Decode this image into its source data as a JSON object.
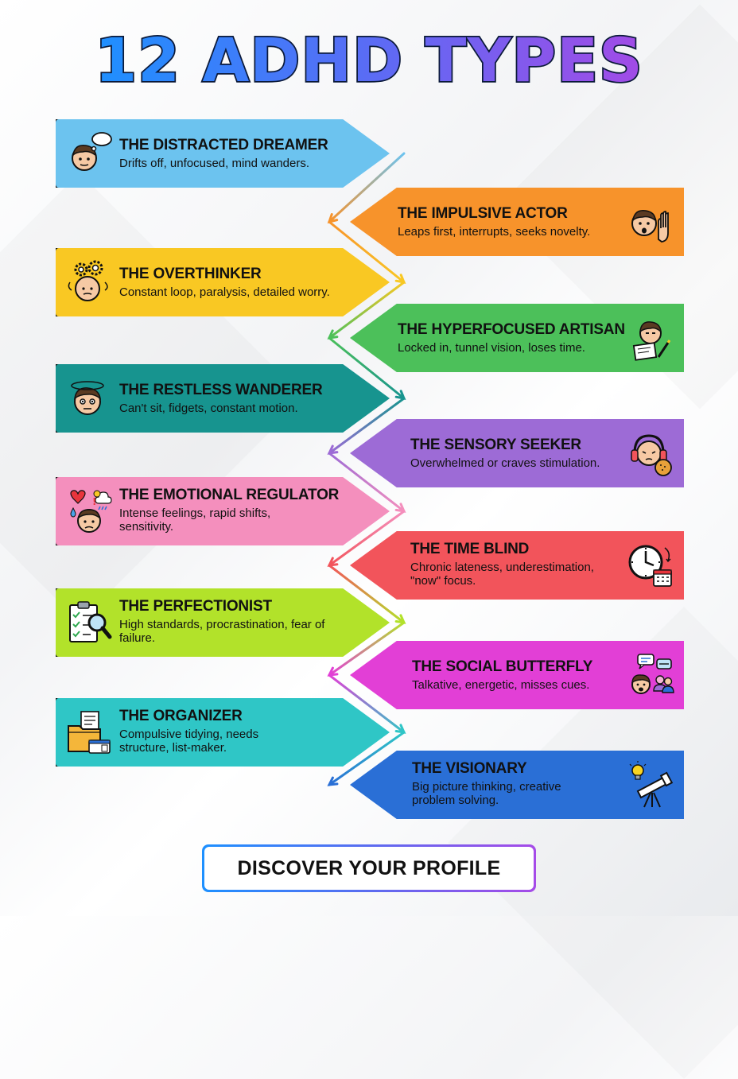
{
  "title": "12 ADHD TYPES",
  "colors": {
    "title_gradient": [
      "#1e90ff",
      "#5a6cf5",
      "#a24be6"
    ],
    "outline": "#111111"
  },
  "types": [
    {
      "title": "THE DISTRACTED DREAMER",
      "desc": "Drifts off, unfocused, mind wanders.",
      "color": "#6cc3ef",
      "icon": "daydreaming-face-icon"
    },
    {
      "title": "THE IMPULSIVE ACTOR",
      "desc": "Leaps first, interrupts, seeks novelty.",
      "color": "#f7932b",
      "icon": "raised-hand-face-icon"
    },
    {
      "title": "THE OVERTHINKER",
      "desc": "Constant loop, paralysis, detailed worry.",
      "color": "#f9c823",
      "icon": "gears-head-icon"
    },
    {
      "title": "THE HYPERFOCUSED ARTISAN",
      "desc": "Locked in, tunnel vision, loses time.",
      "color": "#4cc05a",
      "icon": "drawing-person-icon"
    },
    {
      "title": "THE RESTLESS WANDERER",
      "desc": "Can't sit, fidgets, constant motion.",
      "color": "#17948f",
      "icon": "dizzy-face-icon"
    },
    {
      "title": "THE SENSORY SEEKER",
      "desc": "Overwhelmed or craves stimulation.",
      "color": "#9d6bd6",
      "icon": "headphones-face-icon"
    },
    {
      "title": "THE EMOTIONAL REGULATOR",
      "desc": "Intense feelings, rapid shifts, sensitivity.",
      "color": "#f48fbd",
      "icon": "heart-weather-face-icon"
    },
    {
      "title": "THE TIME BLIND",
      "desc": "Chronic lateness, underestimation, \"now\" focus.",
      "color": "#f2545b",
      "icon": "clock-calendar-icon"
    },
    {
      "title": "THE PERFECTIONIST",
      "desc": "High standards, procrastination, fear of failure.",
      "color": "#b2e22a",
      "icon": "checklist-magnifier-icon"
    },
    {
      "title": "THE SOCIAL BUTTERFLY",
      "desc": "Talkative, energetic, misses cues.",
      "color": "#e23fd6",
      "icon": "chat-people-icon"
    },
    {
      "title": "THE ORGANIZER",
      "desc": "Compulsive tidying, needs structure, list-maker.",
      "color": "#2fc6c6",
      "icon": "folder-files-icon"
    },
    {
      "title": "THE VISIONARY",
      "desc": "Big picture thinking, creative problem solving.",
      "color": "#2a6fd6",
      "icon": "telescope-lightbulb-icon"
    }
  ],
  "cta": {
    "label": "DISCOVER YOUR PROFILE"
  }
}
